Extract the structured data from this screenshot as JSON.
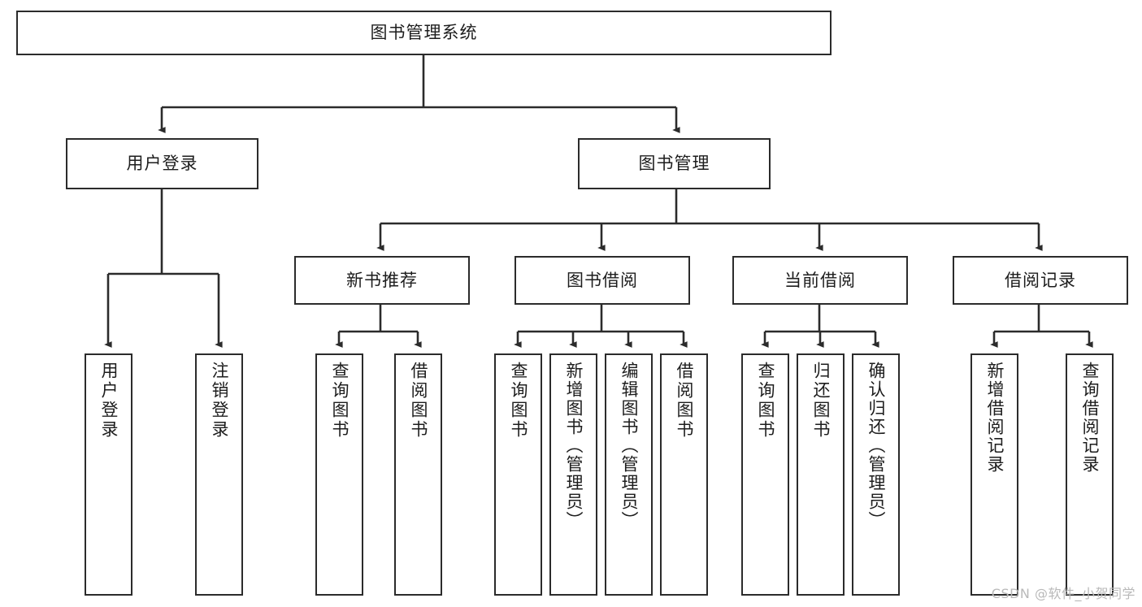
{
  "diagram": {
    "type": "tree",
    "title": "图书管理系统",
    "watermark": "CSDN @软件_小贺同学",
    "colors": {
      "stroke": "#2b2b2b",
      "fill": "#ffffff",
      "text": "#1d1d1d",
      "watermark": "#b9b9b9"
    },
    "root": {
      "label": "图书管理系统"
    },
    "level2": [
      {
        "label": "用户登录"
      },
      {
        "label": "图书管理"
      }
    ],
    "level3": [
      {
        "label": "新书推荐"
      },
      {
        "label": "图书借阅"
      },
      {
        "label": "当前借阅"
      },
      {
        "label": "借阅记录"
      }
    ],
    "leaves": {
      "user_login": [
        {
          "label": "用户登录"
        },
        {
          "label": "注销登录"
        }
      ],
      "new_book": [
        {
          "label": "查询图书"
        },
        {
          "label": "借阅图书"
        }
      ],
      "book_borrow": [
        {
          "label": "查询图书"
        },
        {
          "label": "新增图书（管理员）"
        },
        {
          "label": "编辑图书（管理员）"
        },
        {
          "label": "借阅图书"
        }
      ],
      "current_borrow": [
        {
          "label": "查询图书"
        },
        {
          "label": "归还图书"
        },
        {
          "label": "确认归还（管理员）"
        }
      ],
      "borrow_record": [
        {
          "label": "新增借阅记录"
        },
        {
          "label": "查询借阅记录"
        }
      ]
    }
  }
}
